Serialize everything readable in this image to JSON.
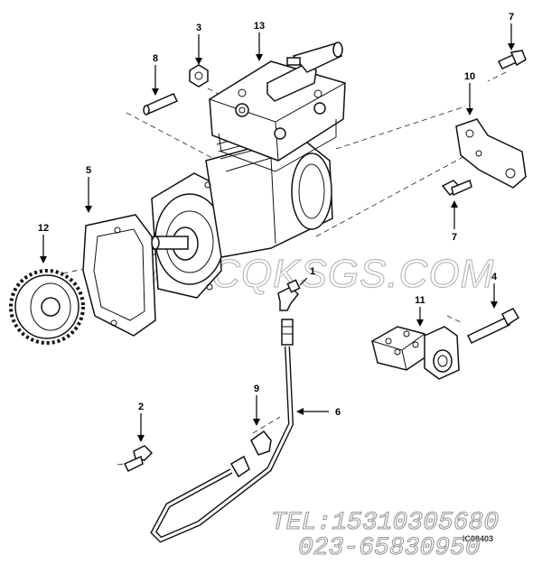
{
  "callouts": [
    {
      "id": "13",
      "label": "13"
    },
    {
      "id": "3",
      "label": "3"
    },
    {
      "id": "8",
      "label": "8"
    },
    {
      "id": "7a",
      "label": "7"
    },
    {
      "id": "10",
      "label": "10"
    },
    {
      "id": "7b",
      "label": "7"
    },
    {
      "id": "5",
      "label": "5"
    },
    {
      "id": "12",
      "label": "12"
    },
    {
      "id": "1",
      "label": "1"
    },
    {
      "id": "4",
      "label": "4"
    },
    {
      "id": "11",
      "label": "11"
    },
    {
      "id": "9",
      "label": "9"
    },
    {
      "id": "6",
      "label": "6"
    },
    {
      "id": "2",
      "label": "2"
    }
  ],
  "watermark": "WWW.CQKSGS.COM",
  "contact": {
    "tel": "TEL:15310305680",
    "phone": "023-65830950"
  },
  "drawing_code": "IC09403"
}
